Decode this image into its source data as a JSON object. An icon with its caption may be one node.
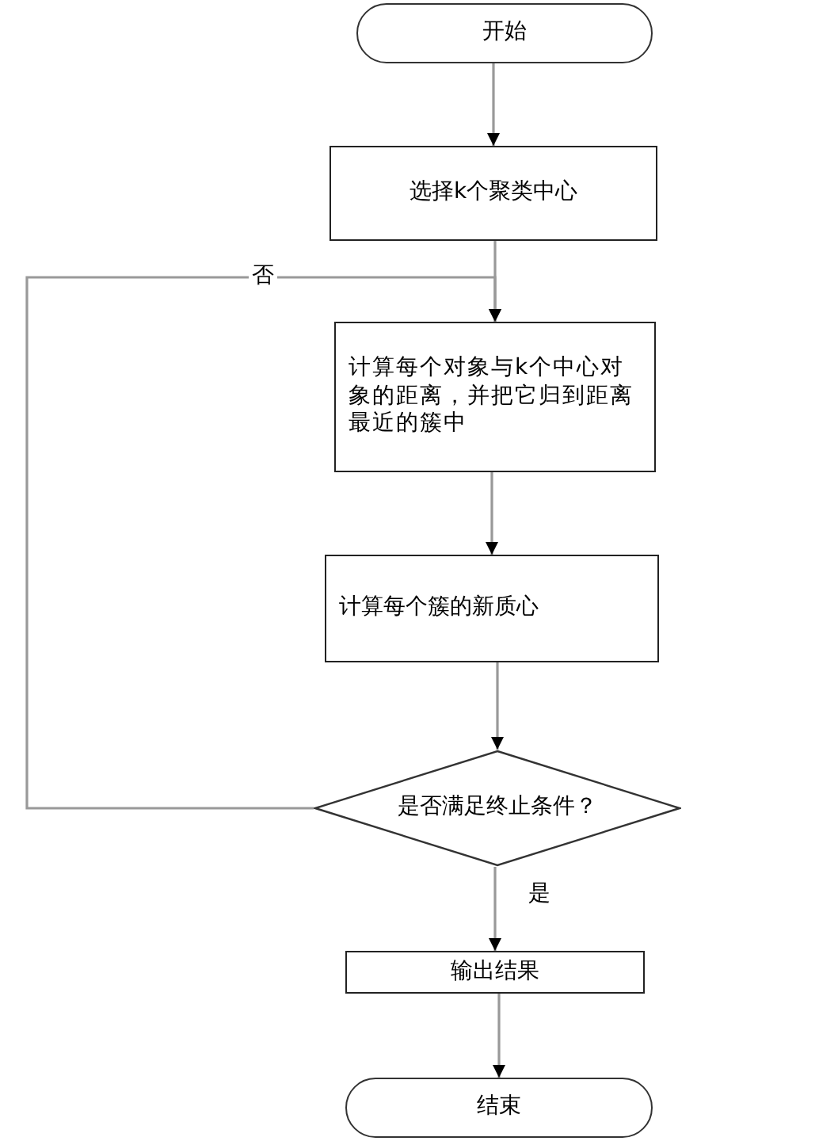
{
  "diagram": {
    "nodes": [
      {
        "text": [
          "开始"
        ]
      },
      {
        "text": [
          "选择k个聚类中心"
        ]
      },
      {
        "text": [
          "计算每个对象与k个中心对象的距离，并把它归到距离最近的簇中"
        ]
      },
      {
        "text": [
          "计算每个簇的新质心"
        ]
      },
      {
        "text": [
          "是否满足终止条件？"
        ]
      },
      {
        "text": [
          "输出结果"
        ]
      },
      {
        "text": [
          "结束"
        ]
      }
    ],
    "edges": [
      {
        "from": 0,
        "to": 1,
        "arrow": "to"
      },
      {
        "from": 1,
        "to": 2,
        "arrow": "to"
      },
      {
        "from": 2,
        "to": 3,
        "arrow": "to"
      },
      {
        "from": 3,
        "to": 4,
        "arrow": "to"
      },
      {
        "from": 4,
        "to": 5,
        "arrow": "to",
        "label": "是"
      },
      {
        "from": 4,
        "to": 2,
        "arrow": "to",
        "label": "否"
      },
      {
        "from": 5,
        "to": 6,
        "arrow": "to"
      }
    ]
  }
}
